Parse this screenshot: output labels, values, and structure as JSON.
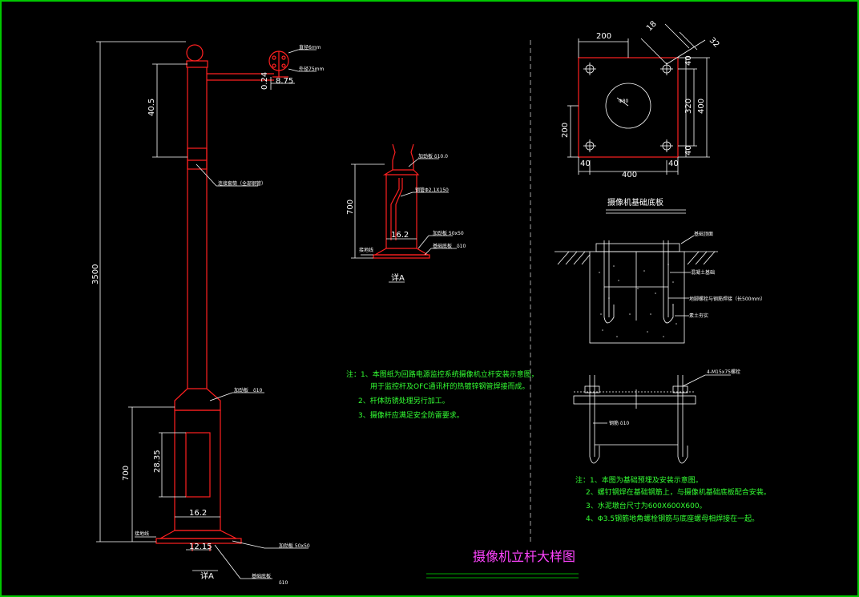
{
  "title": "摄像机立杆大样图",
  "pole": {
    "height": "3500",
    "upper_dim": "40.5",
    "base_height": "700",
    "door_height": "28.35",
    "pole_width": "16.2",
    "base_width": "12.15",
    "arm_dim_a": "0.24",
    "arm_dim_b": "8.75",
    "label_top_a": "直径6mm",
    "label_top_b": "外径75mm",
    "label_sleeve": "连接套筒（全部钢管）",
    "label_base_rib": "加劲板　δ10",
    "label_flange": "加劲板 50x50",
    "label_bottom_plate": "基础底板",
    "label_bottom_thk": "δ10",
    "label_ground": "接地线",
    "detail_tag": "详A"
  },
  "detailA": {
    "height": "700",
    "width": "16.2",
    "label_plate": "加劲板 δ10.0",
    "label_pipe": "钢管Φ2.1X150",
    "label_rib": "加劲板 50x50",
    "label_base": "基础底板　δ10",
    "label_ground": "接地线",
    "tag": "详A"
  },
  "notes_left": {
    "items": [
      "注：1、本图纸为回路电源监控系统摄像机立杆安装示意图，",
      "用于监控杆及OFC通讯杆的热镀锌钢管焊接而成。",
      "2、杆体防锈处理另行加工。",
      "3、摄像杆应满足安全防雷要求。"
    ]
  },
  "plate": {
    "w_top": "200",
    "w_bottom": "400",
    "d_18": "18",
    "d_32": "32",
    "h_40a": "40",
    "h_320": "320",
    "h_400": "400",
    "h_40b": "40",
    "left_200": "200",
    "bl_40": "40",
    "br_40": "40",
    "hole": "Φ80",
    "caption": "摄像机基础底板"
  },
  "foundation": {
    "label_1": "基础顶面",
    "label_2": "混凝土基础",
    "label_3": "地脚螺栓与钢筋焊接（长500mm）",
    "label_4": "素土夯实"
  },
  "anchor": {
    "label_bolt": "4-M15x75螺栓",
    "label_rod": "钢筋 δ10"
  },
  "notes_right": {
    "items": [
      "注：1、本图为基础预埋及安装示意图。",
      "2、螺钉钢焊在基础钢筋上，与摄像机基础底板配合安装。",
      "3、水泥墩台尺寸为600X600X600。",
      "4、Φ3.5钢筋地角螺栓钢筋与底座螺母相焊接在一起。"
    ]
  }
}
